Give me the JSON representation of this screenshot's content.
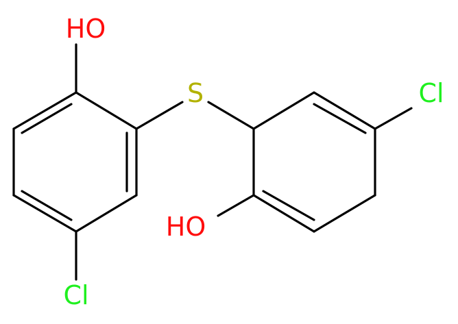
{
  "atoms": {
    "oh_top": {
      "label": "HO",
      "color": "#ff0d0d"
    },
    "sulfur": {
      "label": "S",
      "color": "#b2b200"
    },
    "cl_right": {
      "label": "Cl",
      "color": "#1ff01f"
    },
    "oh_bottom": {
      "label": "HO",
      "color": "#ff0d0d"
    },
    "cl_bottom": {
      "label": "Cl",
      "color": "#1ff01f"
    }
  },
  "colors": {
    "bond": "#000000",
    "background": "#ffffff"
  }
}
